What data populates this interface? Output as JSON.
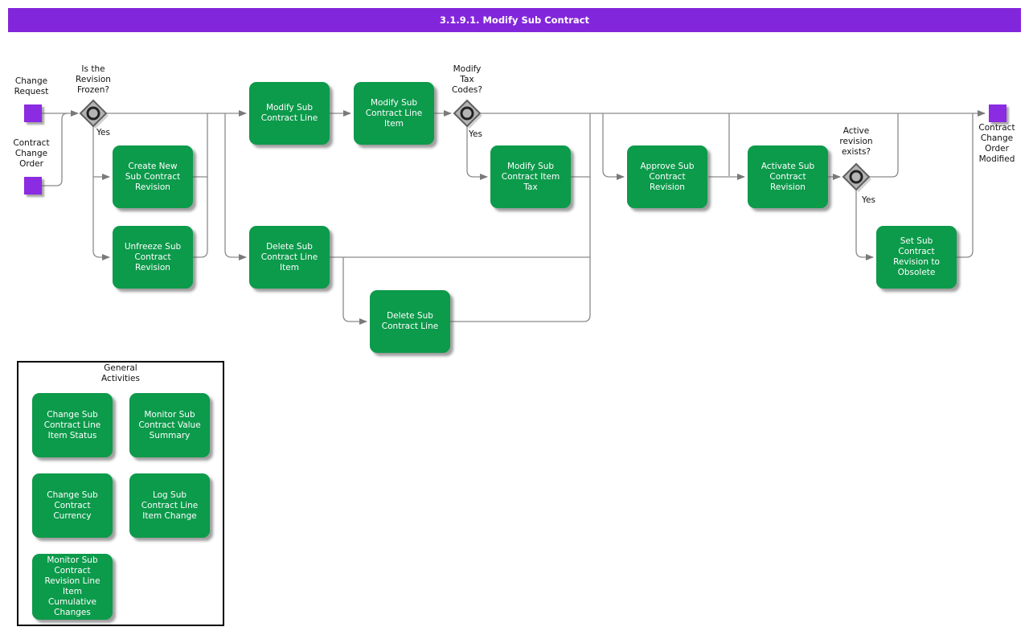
{
  "title": "3.1.9.1. Modify Sub Contract",
  "colors": {
    "header_bg": "#8226DB",
    "task_green": "#0C9A4B",
    "event_purple": "#8B2BE2",
    "connector_gray": "#8a8a8a"
  },
  "events": {
    "change_request": "Change Request",
    "contract_change_order": "Contract Change Order",
    "contract_change_order_modified": "Contract Change Order Modified"
  },
  "gateways": {
    "is_the_revision_frozen": {
      "label": "Is the Revision Frozen?",
      "yes": "Yes"
    },
    "modify_tax_codes": {
      "label": "Modify Tax Codes?",
      "yes": "Yes"
    },
    "active_revision_exists": {
      "label": "Active revision exists?",
      "yes": "Yes"
    }
  },
  "tasks": {
    "create_new_sub_contract_revision": "Create New Sub Contract Revision",
    "unfreeze_sub_contract_revision": "Unfreeze Sub Contract Revision",
    "modify_sub_contract_line": "Modify Sub Contract Line",
    "modify_sub_contract_line_item": "Modify Sub Contract Line Item",
    "modify_sub_contract_item_tax": "Modify Sub Contract Item Tax",
    "delete_sub_contract_line_item": "Delete Sub Contract Line Item",
    "delete_sub_contract_line": "Delete Sub Contract Line",
    "approve_sub_contract_revision": "Approve Sub Contract Revision",
    "activate_sub_contract_revision": "Activate Sub Contract Revision",
    "set_sub_contract_revision_to_obsolete": "Set Sub Contract Revision to Obsolete"
  },
  "general_activities": {
    "title": "General Activities",
    "items": [
      "Change Sub Contract Line Item Status",
      "Monitor Sub Contract Value Summary",
      "Change Sub Contract Currency",
      "Log Sub Contract Line Item Change",
      "Monitor Sub Contract Revision Line Item Cumulative Changes"
    ]
  }
}
